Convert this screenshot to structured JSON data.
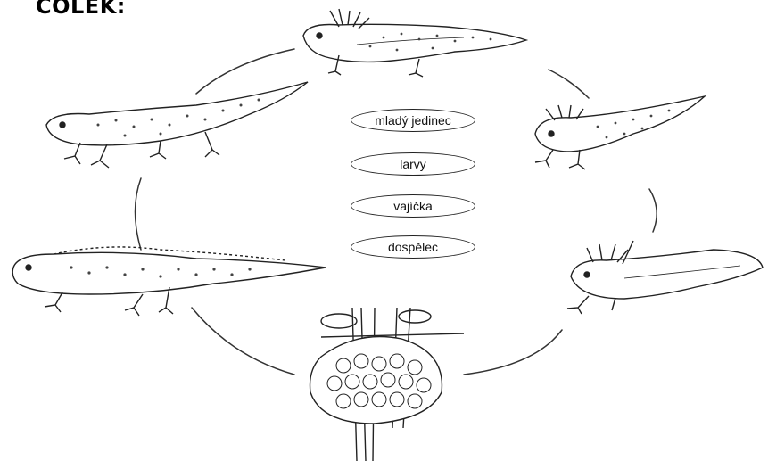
{
  "title": "COLEK:",
  "labels": [
    {
      "id": "young",
      "text": "mladý jedinec"
    },
    {
      "id": "larvae",
      "text": "larvy"
    },
    {
      "id": "eggs",
      "text": "vajíčka"
    },
    {
      "id": "adult",
      "text": "dospělec"
    }
  ],
  "stages": [
    {
      "icon": "newt-larva-top-icon"
    },
    {
      "icon": "newt-larva-right-icon"
    },
    {
      "icon": "newt-tadpole-right-icon"
    },
    {
      "icon": "newt-eggs-icon"
    },
    {
      "icon": "adult-newt-left-icon"
    },
    {
      "icon": "young-newt-icon"
    }
  ]
}
